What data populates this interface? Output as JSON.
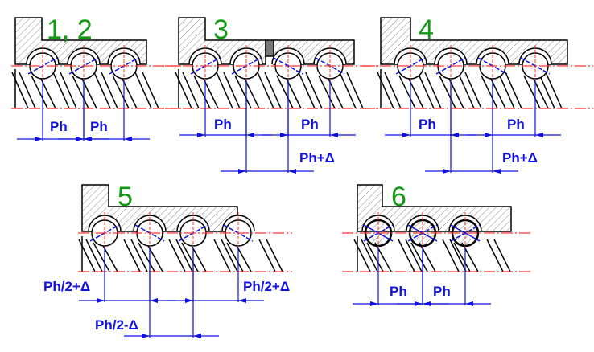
{
  "panels": [
    {
      "id": "1-2",
      "number": "1, 2",
      "labels": [
        "Ph",
        "Ph"
      ]
    },
    {
      "id": "3",
      "number": "3",
      "labels": [
        "Ph",
        "Ph",
        "Ph+Δ"
      ]
    },
    {
      "id": "4",
      "number": "4",
      "labels": [
        "Ph",
        "Ph",
        "Ph+Δ"
      ]
    },
    {
      "id": "5",
      "number": "5",
      "labels": [
        "Ph/2+Δ",
        "Ph/2+Δ",
        "Ph/2-Δ"
      ]
    },
    {
      "id": "6",
      "number": "6",
      "labels": [
        "Ph",
        "Ph"
      ]
    }
  ],
  "colors": {
    "outline": "#000000",
    "centerline": "#ff3030",
    "dimension": "#1010e0",
    "number": "#119911",
    "spacer": "#777777",
    "hatch": "#888888"
  }
}
